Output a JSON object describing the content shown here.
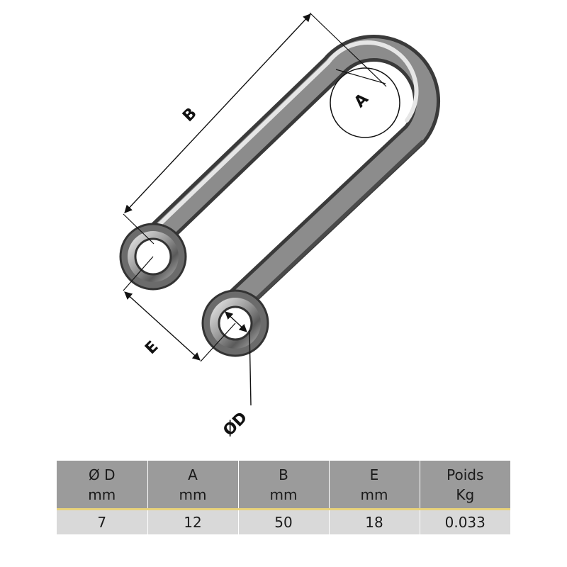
{
  "diagram": {
    "labels": {
      "A": "A",
      "B": "B",
      "E": "E",
      "D": "ØD"
    }
  },
  "table": {
    "headers": [
      {
        "line1": "Ø D",
        "line2": "mm"
      },
      {
        "line1": "A",
        "line2": "mm"
      },
      {
        "line1": "B",
        "line2": "mm"
      },
      {
        "line1": "E",
        "line2": "mm"
      },
      {
        "line1": "Poids",
        "line2": "Kg"
      }
    ],
    "rows": [
      [
        "7",
        "12",
        "50",
        "18",
        "0.033"
      ]
    ]
  },
  "colors": {
    "header_bg": "#9b9b9b",
    "row_bg": "#d9d9d9",
    "separator": "#e8d27a"
  }
}
